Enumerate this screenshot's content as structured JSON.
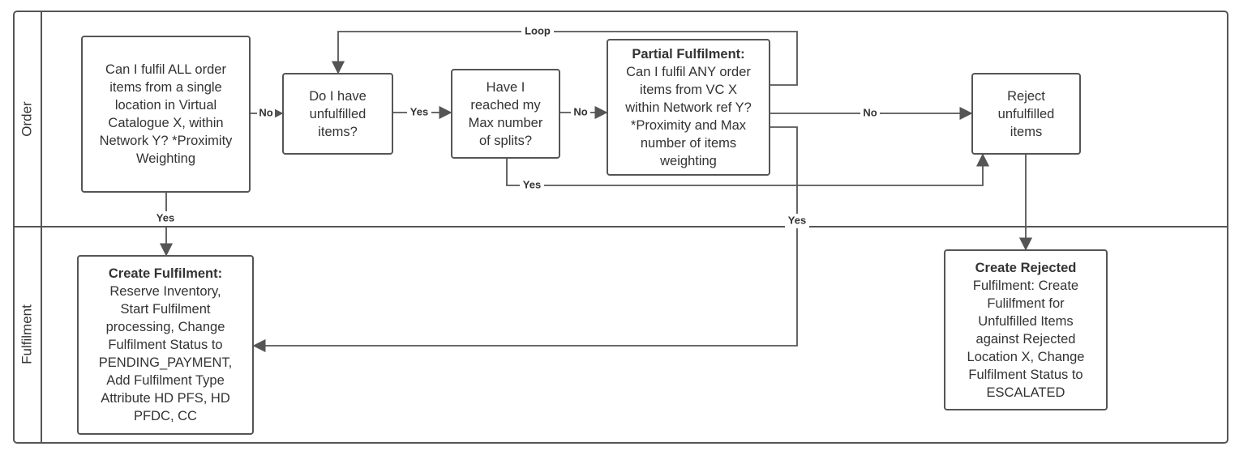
{
  "lanes": {
    "order": "Order",
    "fulfilment": "Fulfilment"
  },
  "nodes": {
    "single_location": {
      "lines": [
        "Can I fulfil ALL order",
        "items from a single",
        "location in Virtual",
        "Catalogue X, within",
        "Network Y? *Proximity",
        "Weighting"
      ]
    },
    "unfulfilled_items": {
      "lines": [
        "Do I have",
        "unfulfilled",
        "items?"
      ]
    },
    "max_splits": {
      "lines": [
        "Have I",
        "reached my",
        "Max number",
        "of splits?"
      ]
    },
    "partial_fulfilment": {
      "title": "Partial Fulfilment:",
      "lines": [
        "Can I fulfil ANY order",
        "items from VC X",
        "within Network ref Y?",
        "*Proximity and Max",
        "number of items",
        "weighting"
      ]
    },
    "reject_unfulfilled": {
      "lines": [
        "Reject",
        "unfulfilled",
        "items"
      ]
    },
    "create_fulfilment": {
      "title": "Create Fulfilment:",
      "lines": [
        "Reserve Inventory,",
        "Start Fulfilment",
        "processing, Change",
        "Fulfilment Status to",
        "PENDING_PAYMENT,",
        "Add Fulfilment Type",
        "Attribute HD PFS, HD",
        "PFDC, CC"
      ]
    },
    "create_rejected": {
      "title": "Create Rejected",
      "lines": [
        "Fulfilment: Create",
        "Fulilfment for",
        "Unfulfilled Items",
        "against Rejected",
        "Location X, Change",
        "Fulfilment Status to",
        "ESCALATED"
      ]
    }
  },
  "edges": {
    "single_to_unfulfilled": "No",
    "unfulfilled_to_splits": "Yes",
    "splits_to_partial": "No",
    "partial_to_reject": "No",
    "partial_loop": "Loop",
    "splits_to_reject": "Yes",
    "single_to_create": "Yes",
    "partial_to_create": "Yes"
  },
  "colors": {
    "line": "#555555",
    "text": "#333333",
    "background": "#ffffff"
  }
}
